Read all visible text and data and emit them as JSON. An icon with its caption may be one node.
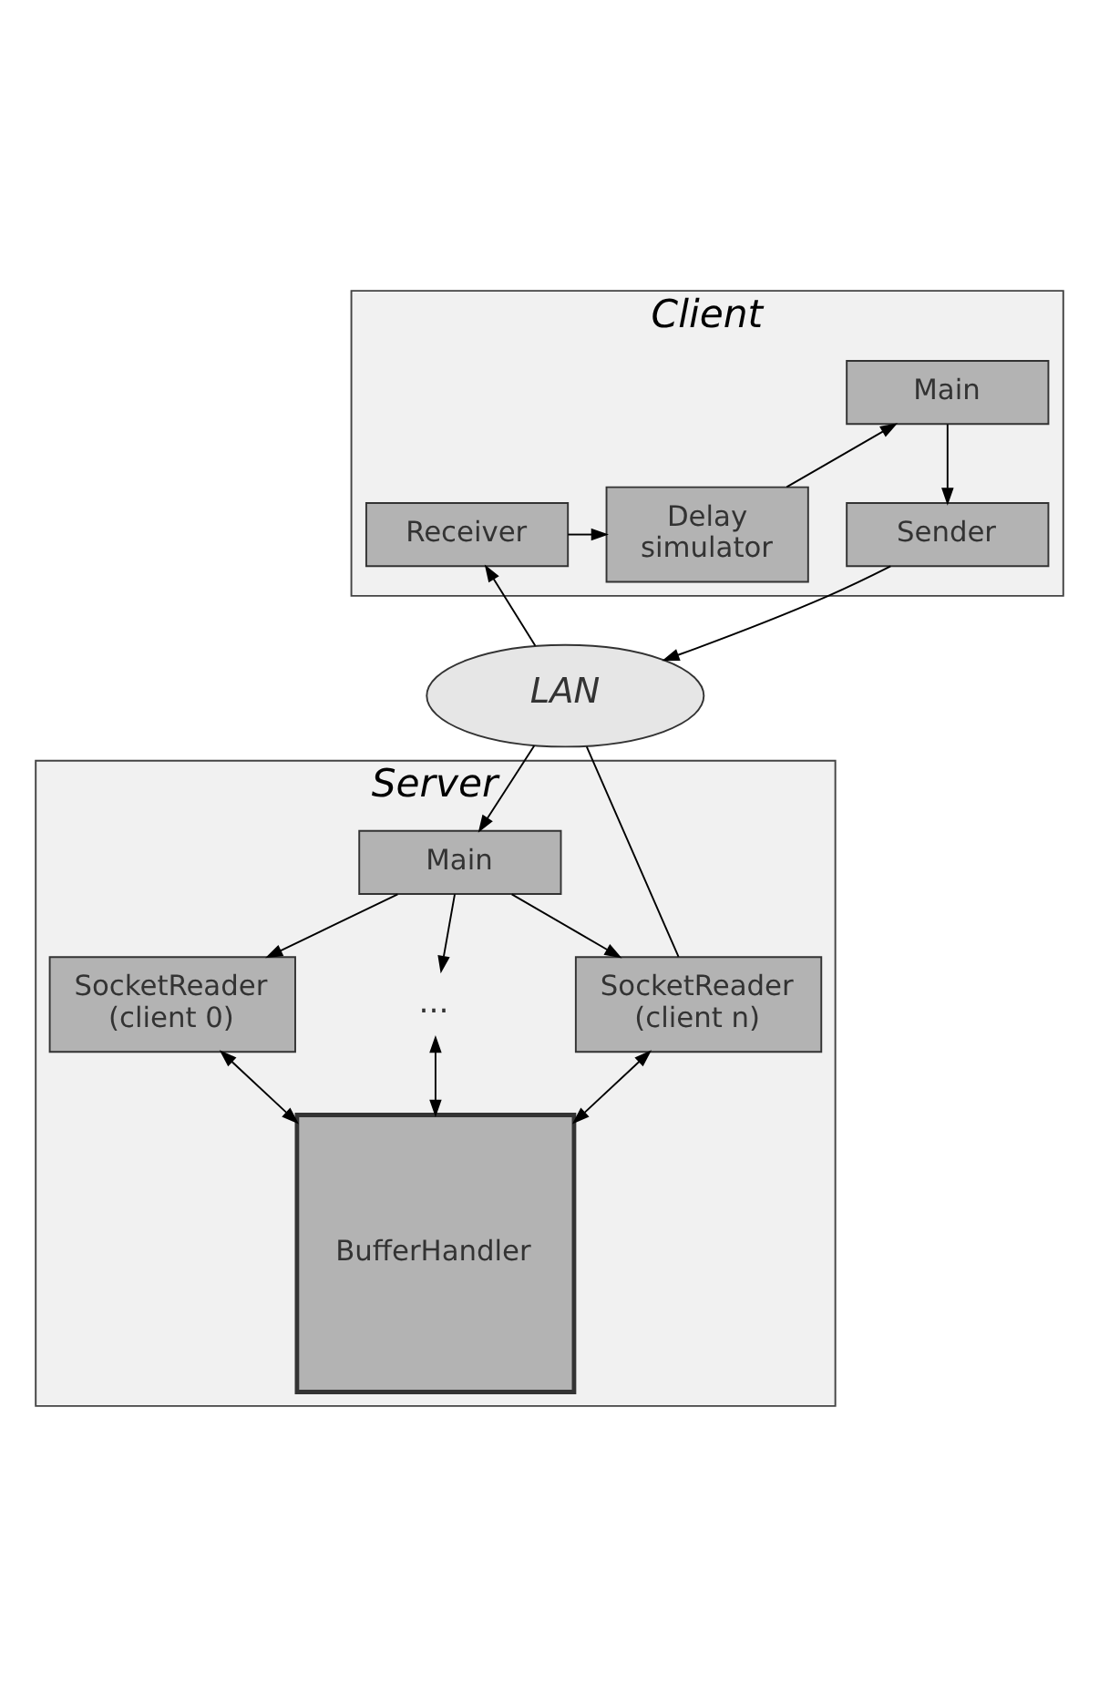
{
  "diagram": {
    "nodes": [
      {
        "text": [
          "Client"
        ]
      },
      {
        "text": [
          "Main"
        ],
        "in": 0
      },
      {
        "text": [
          "Sender"
        ],
        "in": 0
      },
      {
        "text": [
          "Receiver"
        ],
        "in": 0
      },
      {
        "text": [
          "Delay simulator"
        ],
        "in": 0
      },
      {
        "text": [
          "LAN"
        ]
      },
      {
        "text": [
          "Server"
        ]
      },
      {
        "text": [
          "Main"
        ],
        "in": 6
      },
      {
        "text": [
          "SocketReader (client 0)"
        ],
        "in": 6
      },
      {
        "text": [
          "..."
        ],
        "in": 6
      },
      {
        "text": [
          "SocketReader (client n)"
        ],
        "in": 6
      },
      {
        "text": [
          "BufferHandler"
        ],
        "in": 6
      }
    ],
    "edges": [
      {
        "from": 1,
        "to": 2,
        "arrow": "to"
      },
      {
        "from": 3,
        "to": 4,
        "arrow": "to"
      },
      {
        "from": 4,
        "to": 1,
        "arrow": "to"
      },
      {
        "from": 2,
        "to": 5,
        "arrow": "to"
      },
      {
        "from": 5,
        "to": 3,
        "arrow": "to"
      },
      {
        "from": 5,
        "to": 7,
        "arrow": "to"
      },
      {
        "from": 7,
        "to": 8,
        "arrow": "to"
      },
      {
        "from": 7,
        "to": 9,
        "arrow": "to"
      },
      {
        "from": 7,
        "to": 10,
        "arrow": "to"
      },
      {
        "from": 8,
        "to": 11,
        "arrow": "both"
      },
      {
        "from": 9,
        "to": 11,
        "arrow": "both"
      },
      {
        "from": 10,
        "to": 11,
        "arrow": "both"
      },
      {
        "from": 5,
        "to": 10,
        "arrow": "none"
      }
    ]
  }
}
